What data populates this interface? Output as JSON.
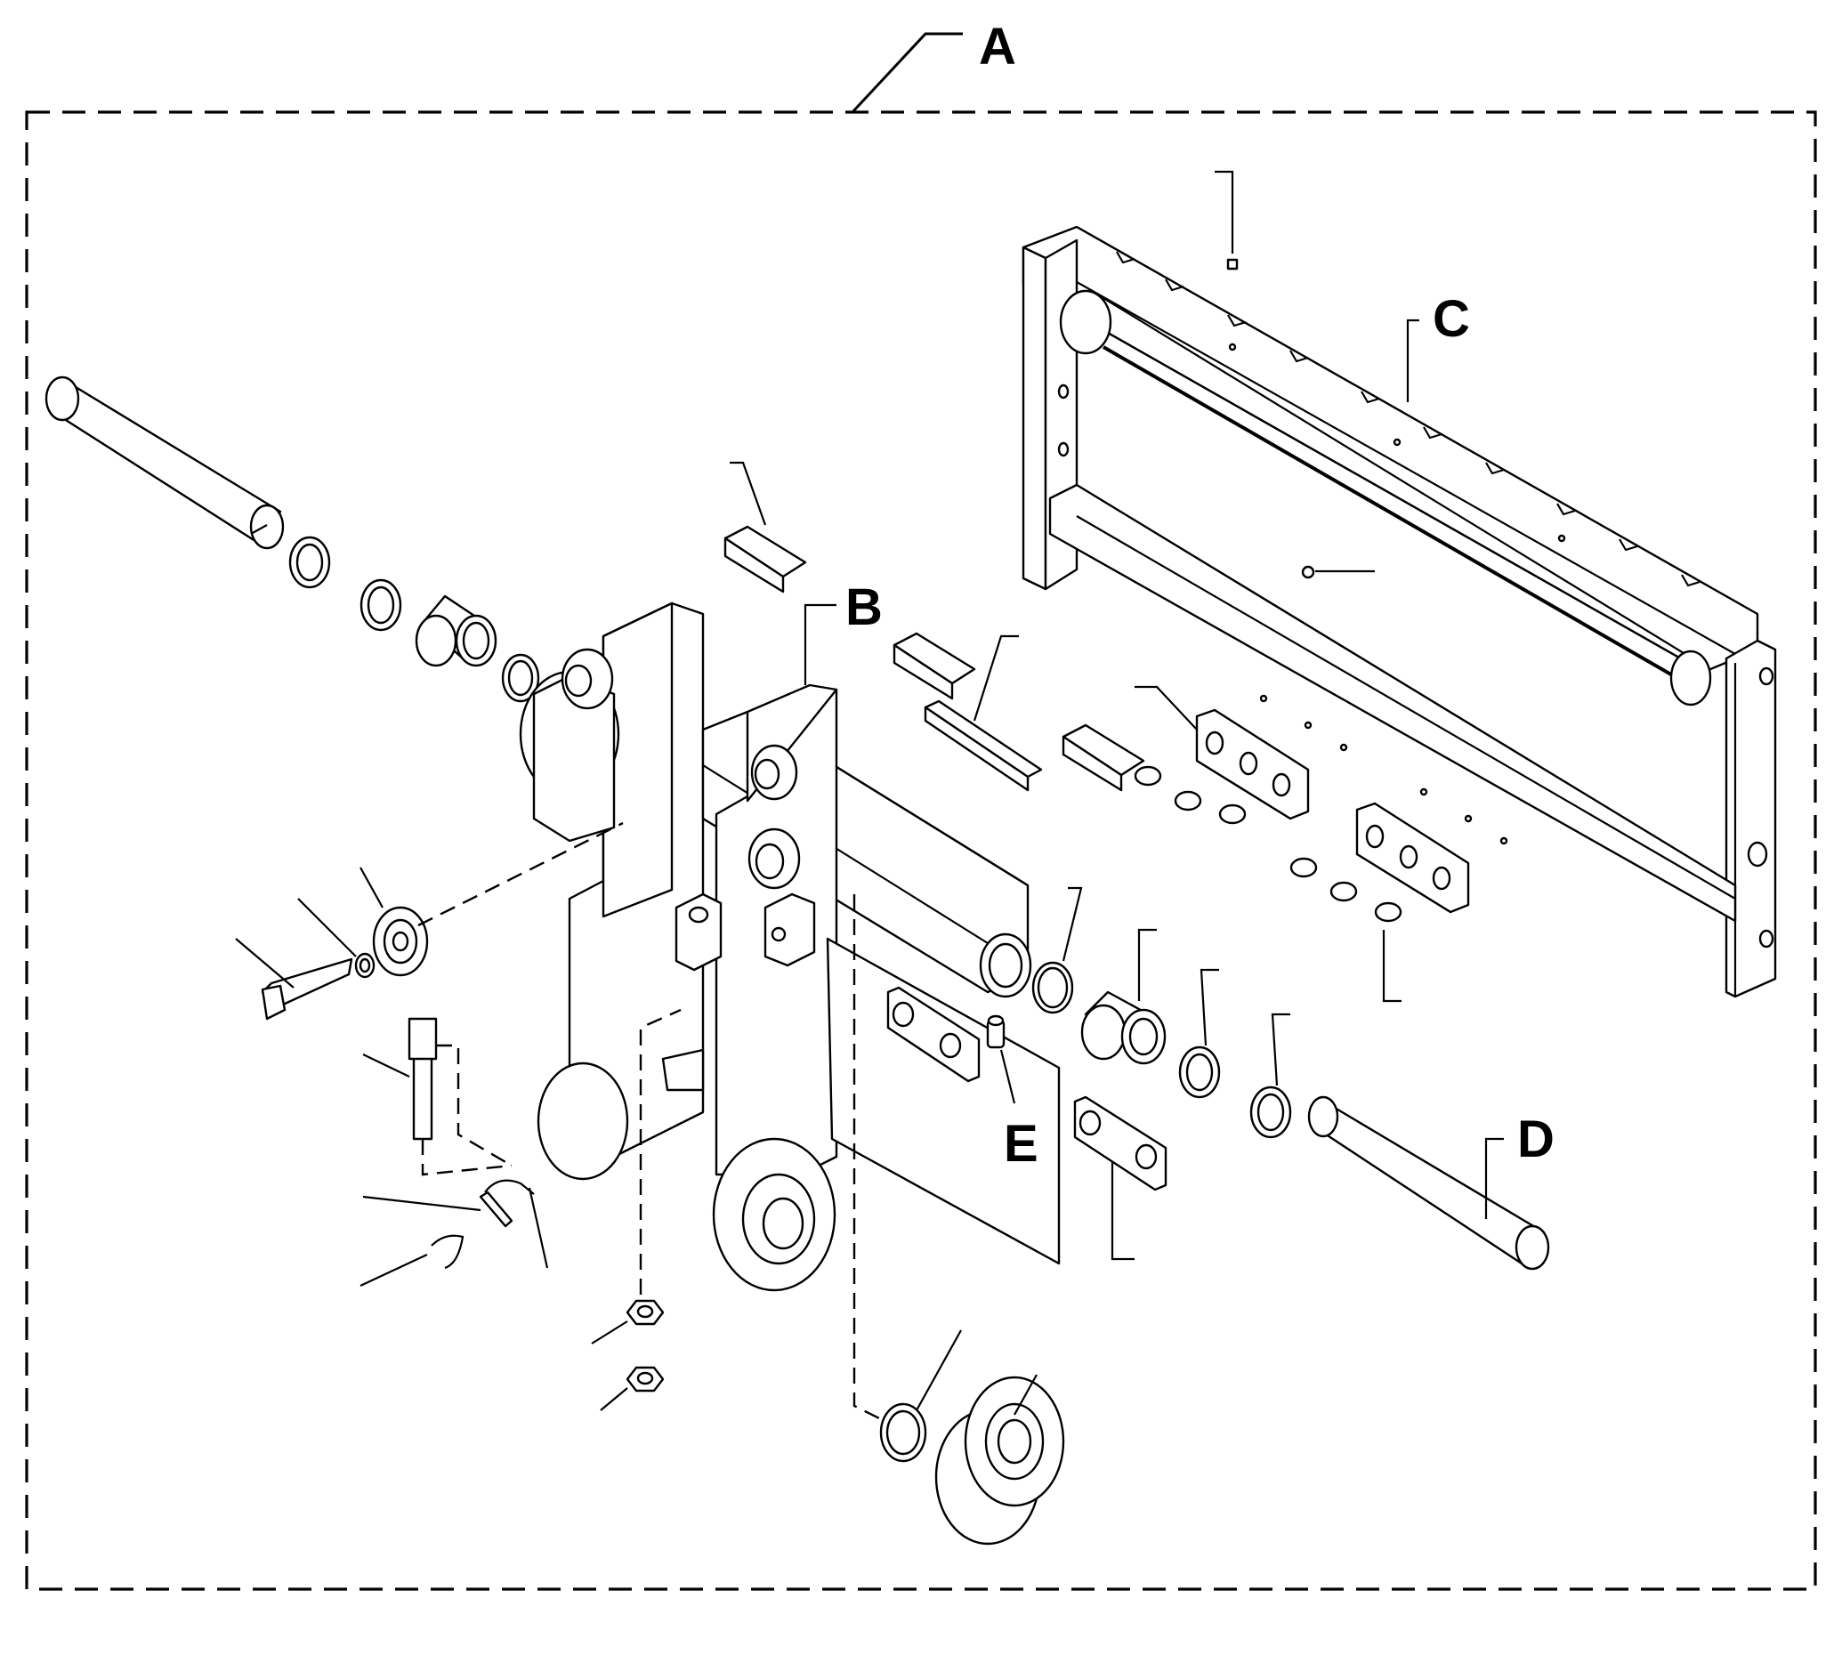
{
  "diagram": {
    "callouts": {
      "A": "A",
      "B": "B",
      "C": "C",
      "D": "D",
      "E": "E"
    },
    "colors": {
      "ink": "#000000",
      "paper": "#ffffff",
      "shade": "#dcdcdc"
    }
  }
}
